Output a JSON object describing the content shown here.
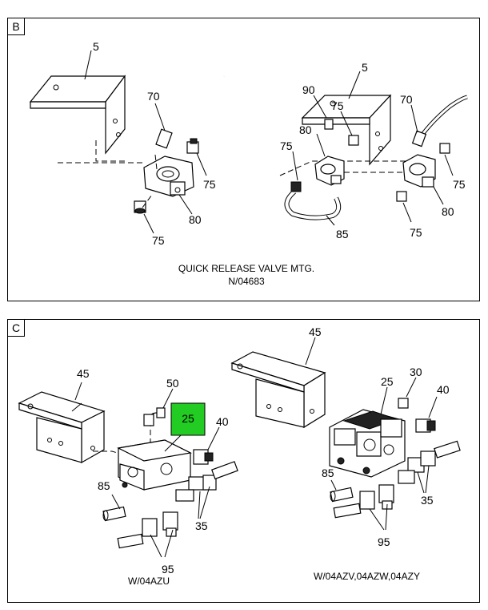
{
  "panels": {
    "b": {
      "tag": "B",
      "caption_title": "QUICK RELEASE VALVE MTG.",
      "caption_code": "N/04683",
      "callouts": {
        "left_bracket": "5",
        "left_elbow": "70",
        "left_fitting_right": "75",
        "left_fitting_bottom": "75",
        "left_valve": "80",
        "right_bracket": "5",
        "right_plug": "90",
        "right_fitting_top": "75",
        "right_valve_left": "80",
        "right_fitting_left": "75",
        "right_elbow": "70",
        "right_fitting_right": "75",
        "right_hose": "85",
        "right_valve_right": "80",
        "right_fitting_bottom": "75"
      }
    },
    "c": {
      "tag": "C",
      "left_caption": "W/04AZU",
      "right_caption": "W/04AZV,04AZW,04AZY",
      "highlight_color": "#22cc22",
      "callouts": {
        "left_bracket": "45",
        "left_elbow": "50",
        "left_valve": "25",
        "left_fitting": "40",
        "left_plug": "85",
        "left_connector": "35",
        "left_tee": "95",
        "right_bracket": "45",
        "right_valve": "25",
        "right_fitting_top": "30",
        "right_fitting": "40",
        "right_plug": "85",
        "right_connector": "35",
        "right_tee": "95"
      }
    }
  }
}
